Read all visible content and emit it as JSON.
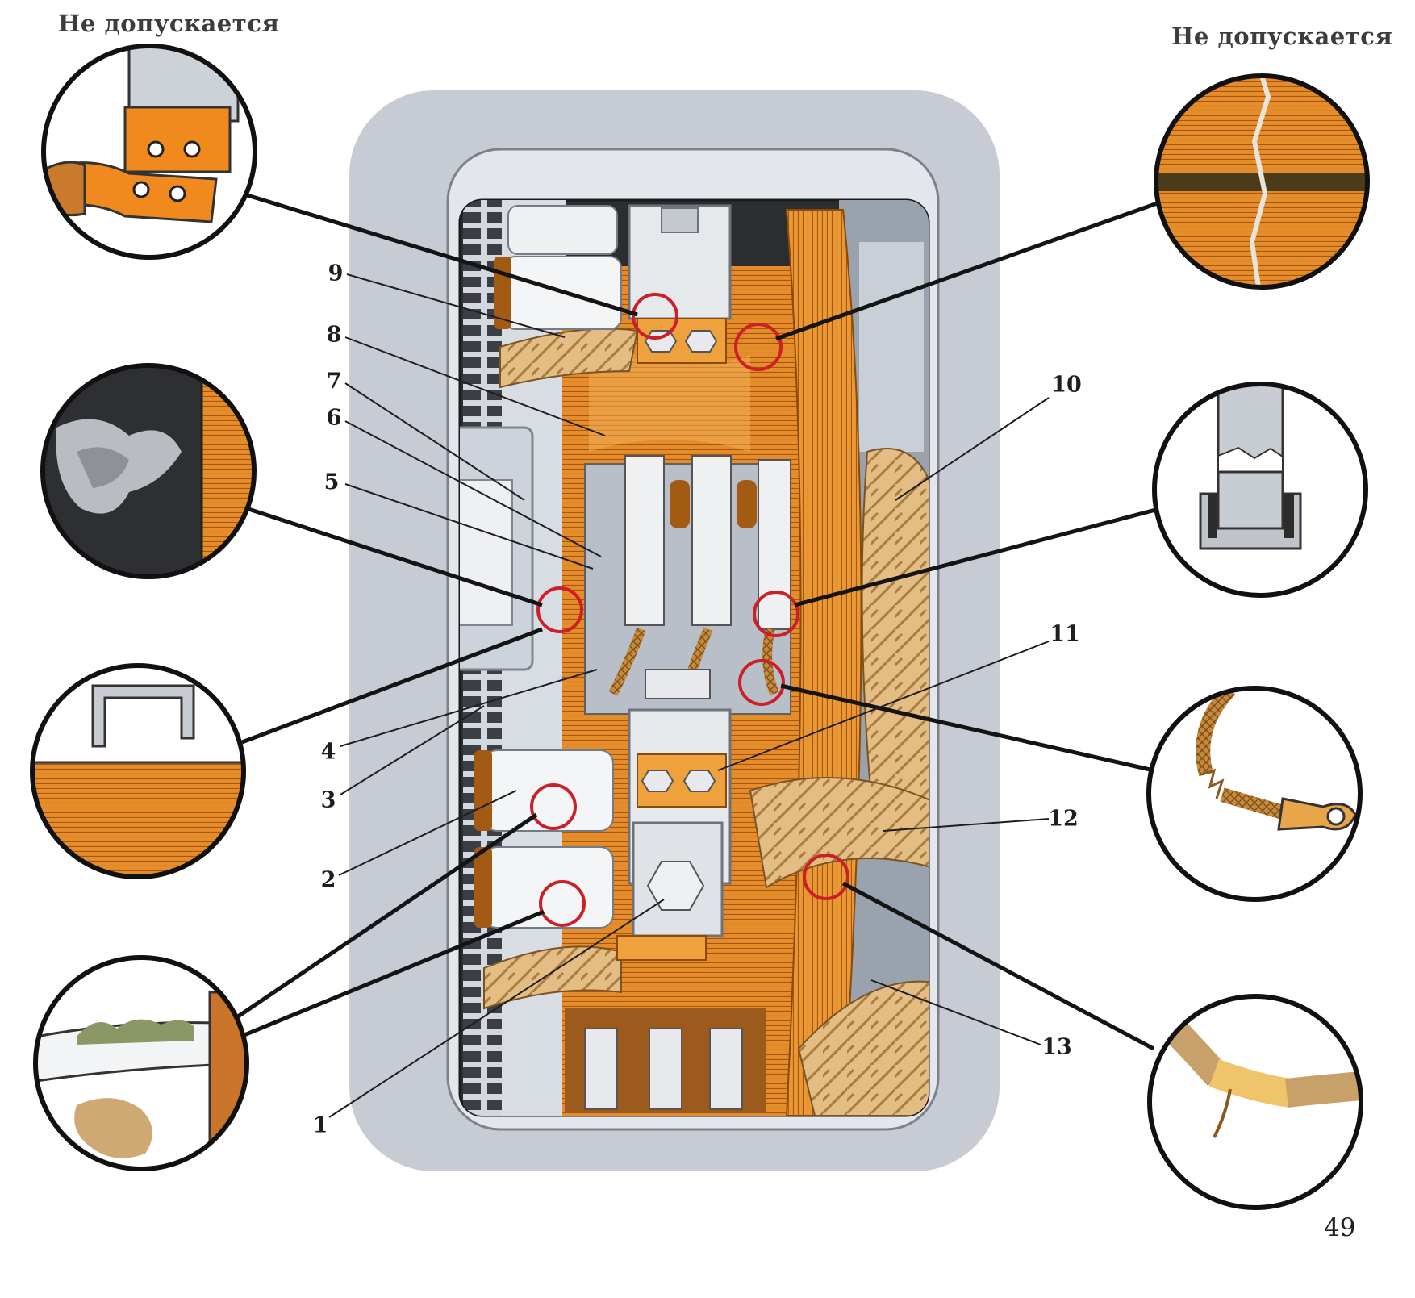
{
  "header": {
    "warning_left": "Не допускается",
    "warning_right": "Не допускается"
  },
  "callouts": [
    "1",
    "2",
    "3",
    "4",
    "5",
    "6",
    "7",
    "8",
    "9",
    "10",
    "11",
    "12",
    "13"
  ],
  "page_number": "49",
  "colors": {
    "copper": "#e8922c",
    "copper_dark": "#a85a10",
    "steel": "#dde2e8",
    "frame": "#c7ccd4",
    "marker_red": "#cc1f28",
    "insulation": "#e8c690"
  },
  "icons": {
    "inset_1": "loose-connection-plate-icon",
    "inset_2": "burn-mark-icon",
    "inset_3": "bent-spring-icon",
    "inset_4": "contaminated-insulator-icon",
    "inset_5": "damaged-commutator-icon",
    "inset_6": "cracked-brush-icon",
    "inset_7": "frayed-shunt-icon",
    "inset_8": "damaged-cable-insulation-icon"
  }
}
